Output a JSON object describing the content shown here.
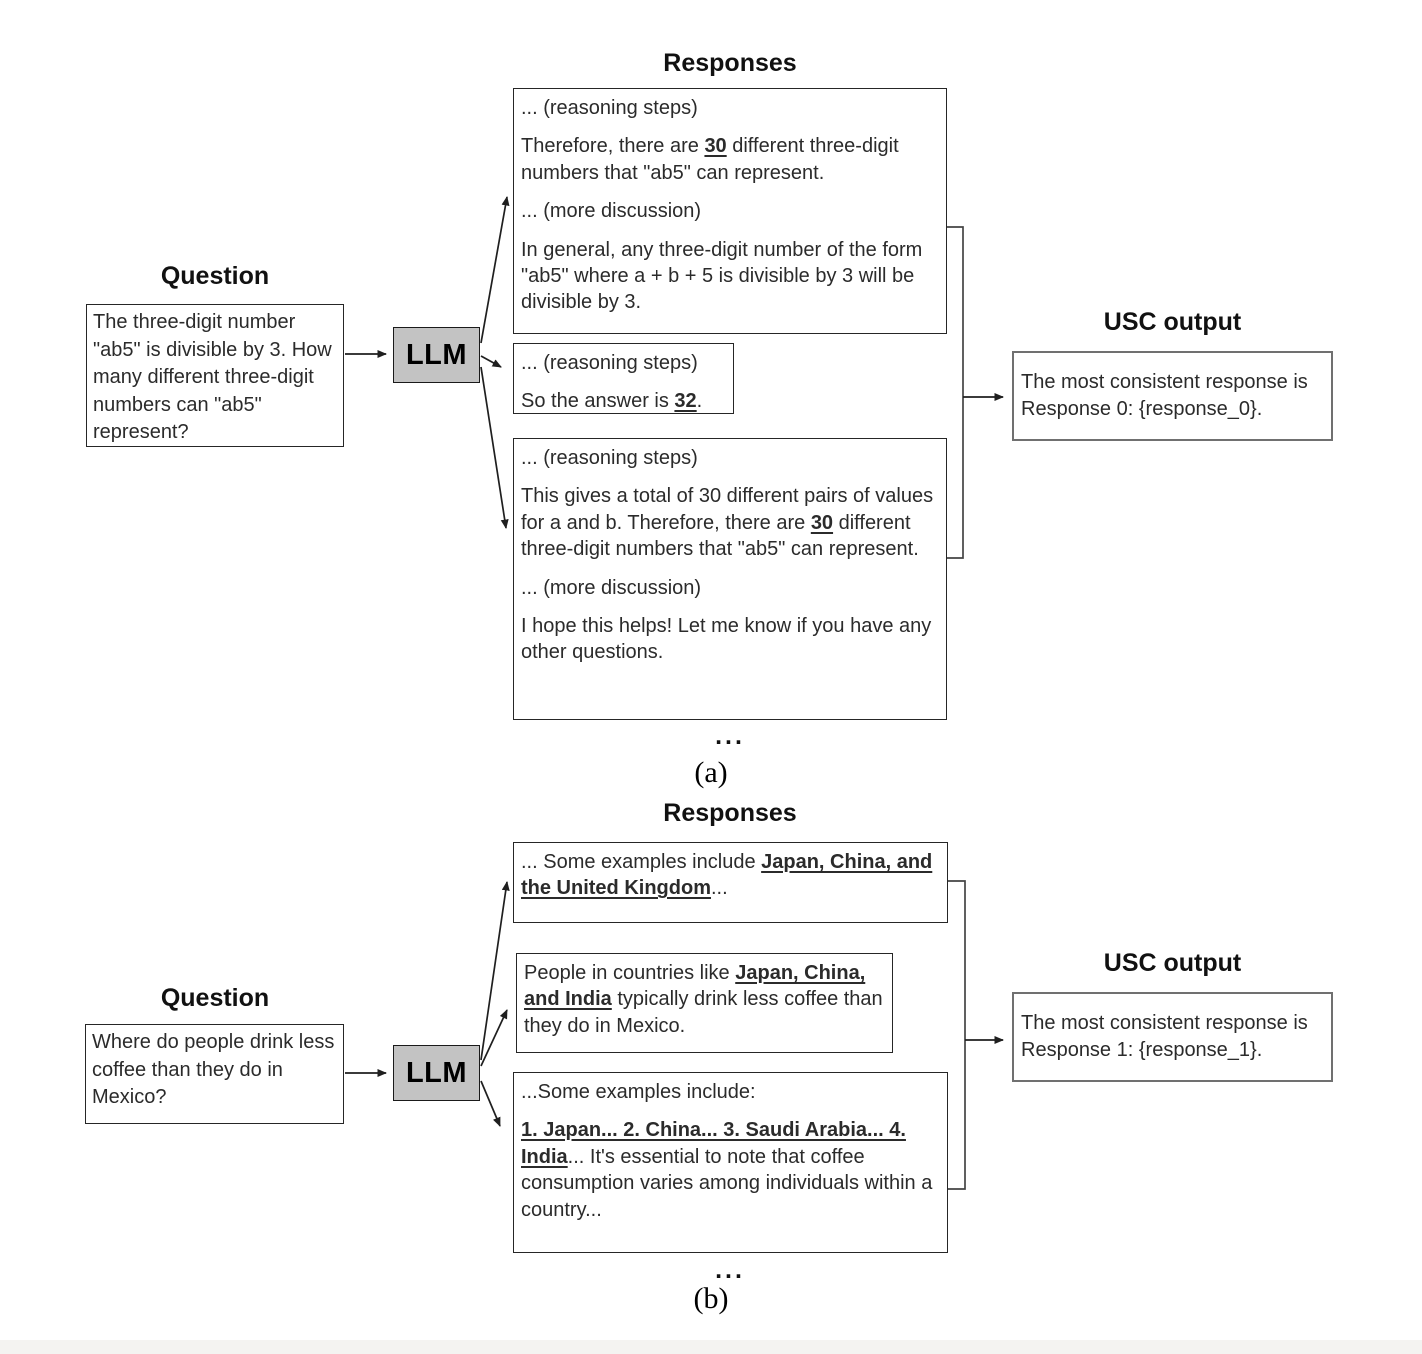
{
  "theme": {
    "llm_box_fill": "#c3c3c3",
    "connector_line_color": "#1f1f1f",
    "usc_box_border": "#707070",
    "bottom_strip_color": "#f4f3f1"
  },
  "figure_a": {
    "caption": "(a)",
    "responses_title": "Responses",
    "llm_label": "LLM",
    "ellipsis": "...",
    "question": {
      "title": "Question",
      "text": "The three-digit number \"ab5\" is divisible by 3. How many different three-digit numbers can \"ab5\" represent?"
    },
    "responses": [
      {
        "paragraphs": [
          [
            {
              "t": "... (reasoning steps)"
            }
          ],
          [
            {
              "t": "Therefore, there are "
            },
            {
              "t": "30",
              "b": true,
              "u": true
            },
            {
              "t": " different three-digit numbers that \"ab5\" can represent."
            }
          ],
          [
            {
              "t": "... (more discussion)"
            }
          ],
          [
            {
              "t": "In general, any three-digit number of the form \"ab5\" where a + b + 5 is divisible by 3 will be divisible by 3."
            }
          ]
        ]
      },
      {
        "paragraphs": [
          [
            {
              "t": "... (reasoning steps)"
            }
          ],
          [
            {
              "t": "So the answer is "
            },
            {
              "t": "32",
              "b": true,
              "u": true
            },
            {
              "t": "."
            }
          ]
        ]
      },
      {
        "paragraphs": [
          [
            {
              "t": "... (reasoning steps)"
            }
          ],
          [
            {
              "t": "This gives a total of 30 different pairs of values for a and b. Therefore, there are "
            },
            {
              "t": "30",
              "b": true,
              "u": true
            },
            {
              "t": " different three-digit numbers that \"ab5\" can represent."
            }
          ],
          [
            {
              "t": "... (more discussion)"
            }
          ],
          [
            {
              "t": "I hope this helps! Let me know if you have any other questions."
            }
          ]
        ]
      }
    ],
    "usc": {
      "title": "USC output",
      "text": "The most consistent response is Response 0: {response_0}."
    }
  },
  "figure_b": {
    "caption": "(b)",
    "responses_title": "Responses",
    "llm_label": "LLM",
    "ellipsis": "...",
    "question": {
      "title": "Question",
      "text": "Where do people drink less coffee than they do in Mexico?"
    },
    "responses": [
      {
        "paragraphs": [
          [
            {
              "t": "... Some examples include "
            },
            {
              "t": "Japan, China, and the United Kingdom",
              "b": true,
              "u": true
            },
            {
              "t": "..."
            }
          ]
        ]
      },
      {
        "paragraphs": [
          [
            {
              "t": "People in countries like "
            },
            {
              "t": "Japan, China, and India",
              "b": true,
              "u": true
            },
            {
              "t": " typically drink less coffee than they do in Mexico."
            }
          ]
        ]
      },
      {
        "paragraphs": [
          [
            {
              "t": "...Some examples include:"
            }
          ],
          [
            {
              "t": "1. Japan... 2. China... 3. Saudi Arabia... 4. India",
              "b": true,
              "u": true
            },
            {
              "t": "... It's essential to note that coffee consumption varies among individuals within a country..."
            }
          ]
        ]
      }
    ],
    "usc": {
      "title": "USC output",
      "text": "The most consistent response is Response 1: {response_1}."
    }
  }
}
